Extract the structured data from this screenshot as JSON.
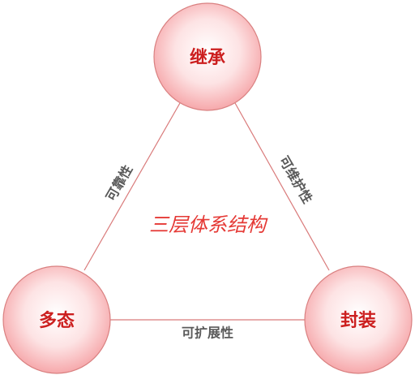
{
  "diagram": {
    "center_label": "三层体系结构",
    "nodes": {
      "top": "继承",
      "left": "多态",
      "right": "封装"
    },
    "edges": {
      "left_side": "可靠性",
      "right_side": "可维护性",
      "bottom": "可扩展性"
    },
    "colors": {
      "node_fill_center": "#ffffff",
      "node_fill_edge": "#f6a8ab",
      "node_stroke": "#d98080",
      "node_text": "#cc1f1f",
      "edge_line": "#d97a7a",
      "edge_text": "#5a5a5a",
      "center_text": "#e53935"
    }
  }
}
